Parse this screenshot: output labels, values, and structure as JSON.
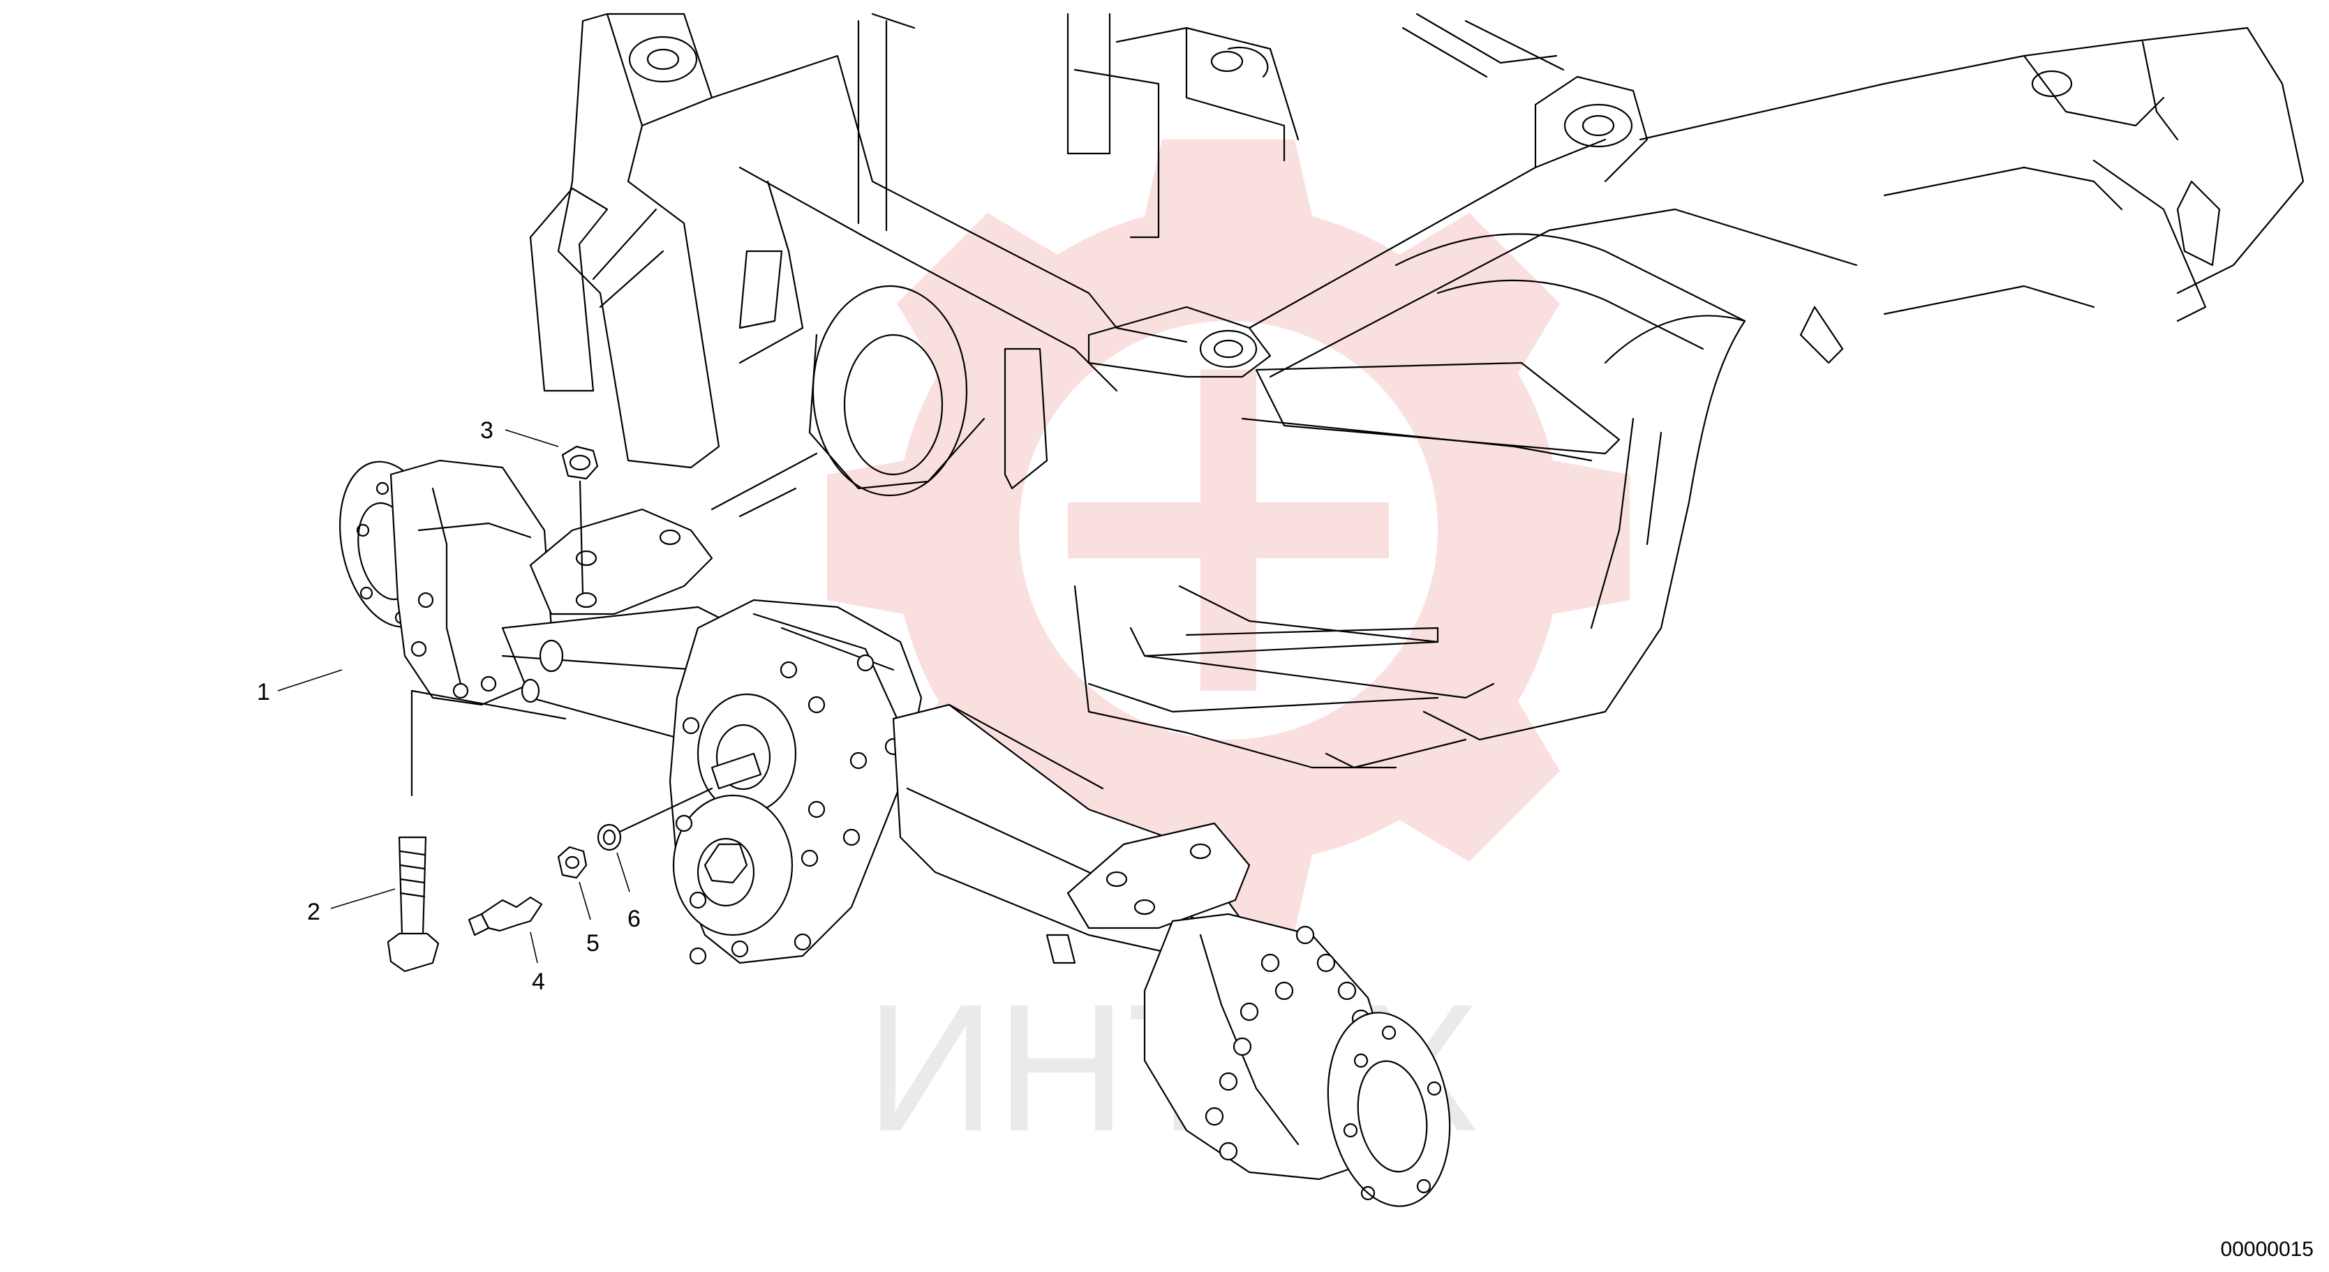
{
  "diagram": {
    "callouts": [
      {
        "number": "1",
        "part": "axle-assembly"
      },
      {
        "number": "2",
        "part": "mounting-bolt"
      },
      {
        "number": "3",
        "part": "nut"
      },
      {
        "number": "4",
        "part": "breather-valve"
      },
      {
        "number": "5",
        "part": "plug"
      },
      {
        "number": "6",
        "part": "seal-washer"
      }
    ],
    "document_number": "00000015"
  },
  "watermark": {
    "text": "ИНТЕХ",
    "gear_color": "#e33c3c",
    "text_color": "#d9d9d9"
  }
}
